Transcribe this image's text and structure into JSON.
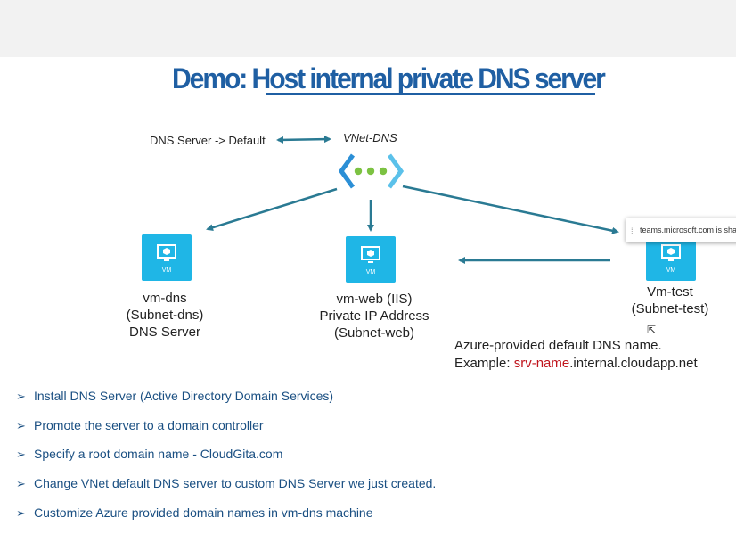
{
  "title": "Demo: Host internal private DNS server",
  "dns_server_label": "DNS Server -> Default",
  "vnet_label": "VNet-DNS",
  "vm_badge": "VM",
  "vms": {
    "dns": {
      "line1": "vm-dns",
      "line2": "(Subnet-dns)",
      "line3": "DNS Server"
    },
    "web": {
      "line1": "vm-web (IIS)",
      "line2": "Private IP Address",
      "line3": "(Subnet-web)"
    },
    "test": {
      "line1": "Vm-test",
      "line2": "(Subnet-test)"
    }
  },
  "note": {
    "line1": "Azure-provided default DNS name.",
    "prefix": "Example: ",
    "highlight": "srv-name",
    "suffix": ".internal.cloudapp.net"
  },
  "bullet_marker": "➢",
  "bullets": [
    "Install DNS Server (Active Directory Domain Services)",
    "Promote the server to a domain controller",
    "Specify a root domain name -  CloudGita.com",
    "Change VNet default DNS server to custom DNS Server we just created.",
    "Customize Azure provided domain names in vm-dns machine"
  ],
  "toast": {
    "text": "teams.microsoft.com is sharing y"
  },
  "colors": {
    "title": "#1f5fa3",
    "arrow": "#2a7a93",
    "vm": "#1fb6e6",
    "highlight": "#c0141c",
    "bullet": "#1a4f82"
  }
}
